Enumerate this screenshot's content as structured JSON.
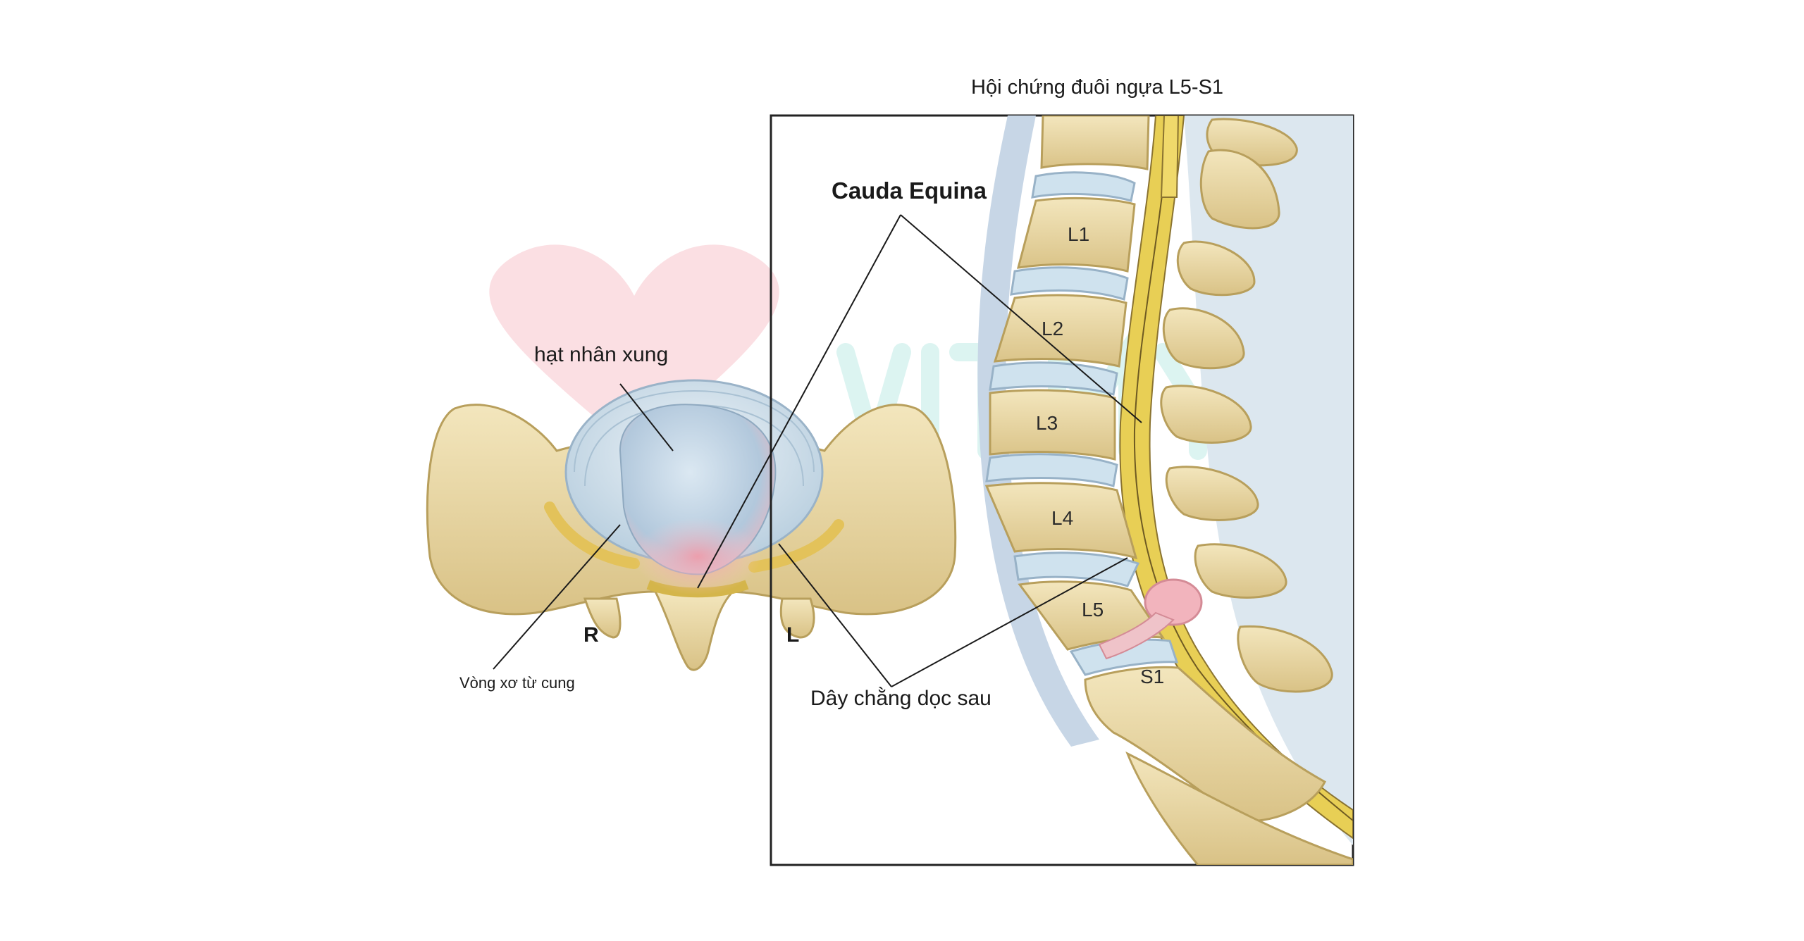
{
  "diagram": {
    "title": "Hội chứng đuôi ngựa L5-S1",
    "labels": {
      "cauda_equina": "Cauda Equina",
      "nucleus": "hạt nhân xung",
      "annulus": "Vòng xơ từ cung",
      "ligament": "Dây chằng dọc sau",
      "right": "R",
      "left": "L"
    },
    "vertebrae": [
      "L1",
      "L2",
      "L3",
      "L4",
      "L5",
      "S1"
    ],
    "colors": {
      "bone": "#e9d9a8",
      "bone_edge": "#b89f5c",
      "disc": "#cfe2ee",
      "nerve": "#e8cf55",
      "herniation": "#f2b4bd",
      "frame": "#222222",
      "watermark": "#9be0d6"
    }
  }
}
